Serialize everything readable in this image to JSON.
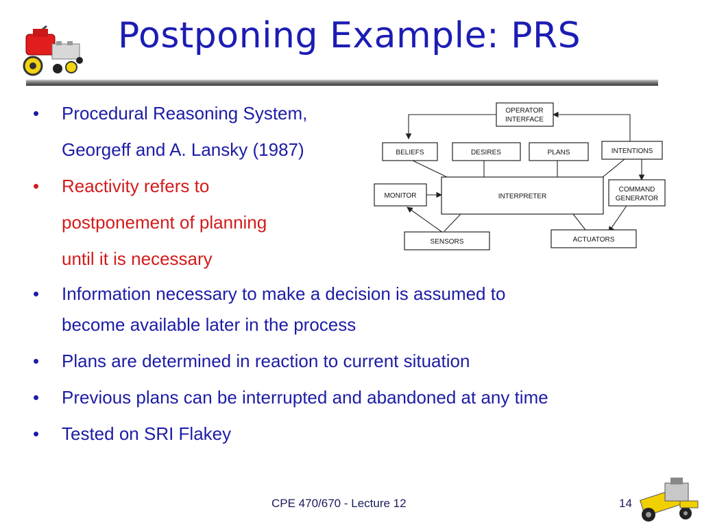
{
  "slide": {
    "title": "Postponing Example: PRS",
    "bullets": [
      {
        "marker": "•",
        "lines": [
          "Procedural Reasoning System,",
          "Georgeff and A. Lansky (1987)"
        ],
        "color": "#1c1ca6"
      },
      {
        "marker": "•",
        "lines": [
          "Reactivity refers to",
          "postponement of planning",
          "until it is necessary"
        ],
        "color": "#d31b1b"
      },
      {
        "marker": "•",
        "lines": [
          "Information necessary to make a decision is assumed to",
          "become available later in the process"
        ],
        "color": "#1c1ca6"
      },
      {
        "marker": "•",
        "lines": [
          "Plans are determined in reaction to current situation"
        ],
        "color": "#1c1ca6"
      },
      {
        "marker": "•",
        "lines": [
          "Previous plans can be interrupted and abandoned at any time"
        ],
        "color": "#1c1ca6"
      },
      {
        "marker": "•",
        "lines": [
          "Tested on SRI Flakey"
        ],
        "color": "#1c1ca6"
      }
    ]
  },
  "diagram": {
    "boxes": {
      "operator_interface": [
        "OPERATOR",
        "INTERFACE"
      ],
      "beliefs": "BELIEFS",
      "desires": "DESIRES",
      "plans": "PLANS",
      "intentions": "INTENTIONS",
      "monitor": "MONITOR",
      "interpreter": "INTERPRETER",
      "command_generator": [
        "COMMAND",
        "GENERATOR"
      ],
      "sensors": "SENSORS",
      "actuators": "ACTUATORS"
    }
  },
  "footer": {
    "course": "CPE 470/670 - Lecture 12",
    "page_number": "14"
  },
  "colors": {
    "title": "#1c1cb4",
    "body_text": "#1c1ca6",
    "highlight_text": "#d31b1b"
  },
  "icons": [
    "robot-logo-icon",
    "robot-logo-icon"
  ]
}
